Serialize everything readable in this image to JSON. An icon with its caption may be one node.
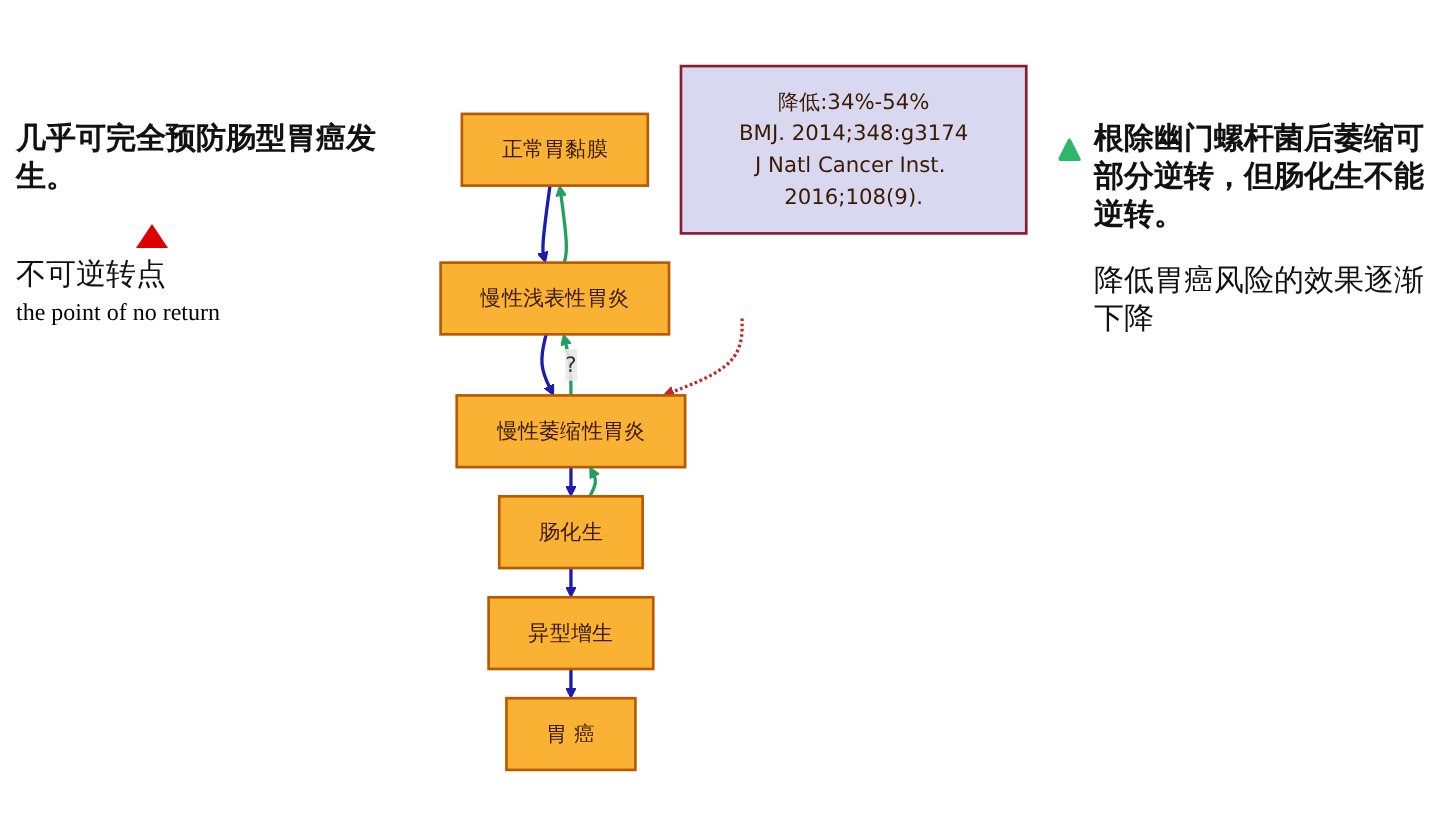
{
  "diagram": {
    "nodes": [
      {
        "text": [
          "正常胃黏膜"
        ]
      },
      {
        "text": [
          "慢性浅表性胃炎"
        ]
      },
      {
        "text": [
          "慢性萎缩性胃炎"
        ]
      },
      {
        "text": [
          "肠化生"
        ]
      },
      {
        "text": [
          "异型增生"
        ]
      },
      {
        "text": [
          "胃 癌"
        ]
      },
      {
        "text": [
          "降低:34%-54%",
          "BMJ. 2014;348:g3174",
          "J Natl Cancer Inst. 2016;108(9)."
        ]
      },
      {
        "text": [],
        "shape": "triangle"
      }
    ],
    "edges": [
      {
        "from": 0,
        "to": 1,
        "arrow": "to"
      },
      {
        "from": 1,
        "to": 0,
        "arrow": "to",
        "color": "#22a060"
      },
      {
        "from": 1,
        "to": 2,
        "arrow": "to"
      },
      {
        "from": 2,
        "to": 1,
        "arrow": "to",
        "label": "?",
        "color": "#22a060"
      },
      {
        "from": 2,
        "to": 3,
        "arrow": "to"
      },
      {
        "from": 3,
        "to": 2,
        "arrow": "to",
        "color": "#22a060"
      },
      {
        "from": 3,
        "to": 4,
        "arrow": "to"
      },
      {
        "from": 4,
        "to": 5,
        "arrow": "to"
      },
      {
        "from": null,
        "to": 2,
        "arrow": "to",
        "style": "dashed",
        "color": "#c0282a"
      }
    ],
    "labels": [
      "几乎可完全预防肠型胃癌发生。",
      "根除幽门螺杆菌后萎缩可部分逆转，但肠化生不能逆转。",
      "不可逆转点",
      "the point of no return",
      "降低胃癌风险的效果逐渐下降"
    ]
  }
}
